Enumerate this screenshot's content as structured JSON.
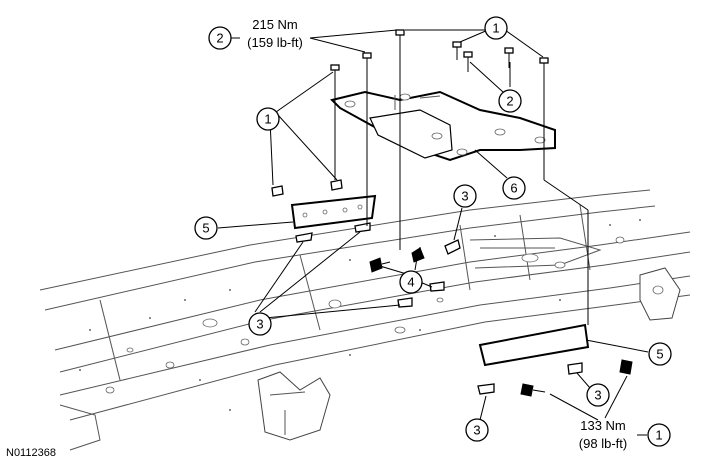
{
  "figure_id": "N0112368",
  "torque_specs": {
    "top": {
      "line1": "215 Nm",
      "line2": "(159 lb-ft)"
    },
    "bottom": {
      "line1": "133 Nm",
      "line2": "(98 lb-ft)"
    }
  },
  "callouts": {
    "c2_top_torque": "2",
    "c1_top": "1",
    "c2_right": "2",
    "c1_left": "1",
    "c6": "6",
    "c3_upper_right": "3",
    "c5_left": "5",
    "c4": "4",
    "c3_left": "3",
    "c5_right": "5",
    "c3_lower_right": "3",
    "c3_bottom": "3",
    "c1_bottom_torque": "1"
  }
}
